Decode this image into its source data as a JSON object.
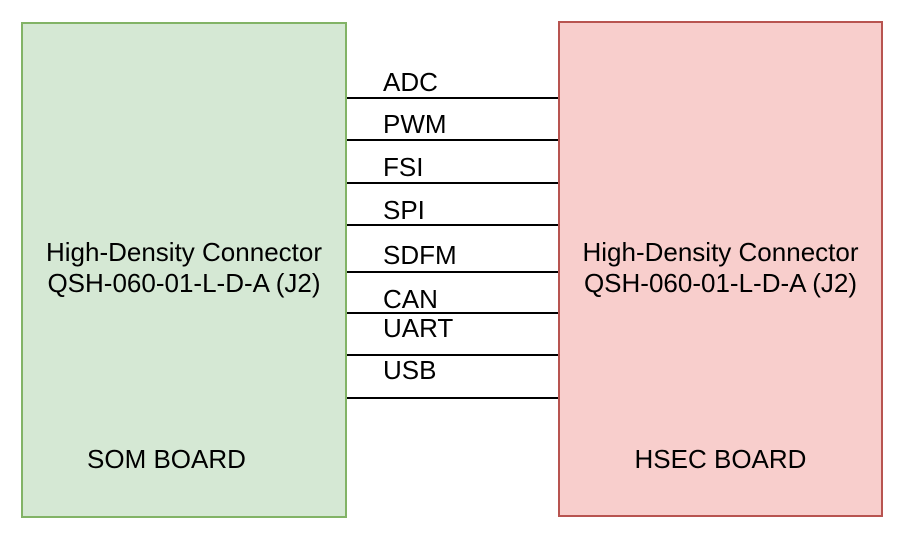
{
  "diagram": {
    "left_box": {
      "title_lines": [
        "High-Density Connector",
        "QSH-060-01-L-D-A (J2)"
      ],
      "board_label": "SOM BOARD",
      "fill": "#d5e8d4",
      "border": "#82b366"
    },
    "right_box": {
      "title_lines": [
        "High-Density Connector",
        "QSH-060-01-L-D-A (J2)"
      ],
      "board_label": "HSEC BOARD",
      "fill": "#f8cecc",
      "border": "#b85450"
    },
    "connections": [
      "ADC",
      "PWM",
      "FSI",
      "SPI",
      "SDFM",
      "CAN",
      "UART",
      "USB"
    ],
    "line_color": "#000000",
    "text_color": "#000000"
  }
}
